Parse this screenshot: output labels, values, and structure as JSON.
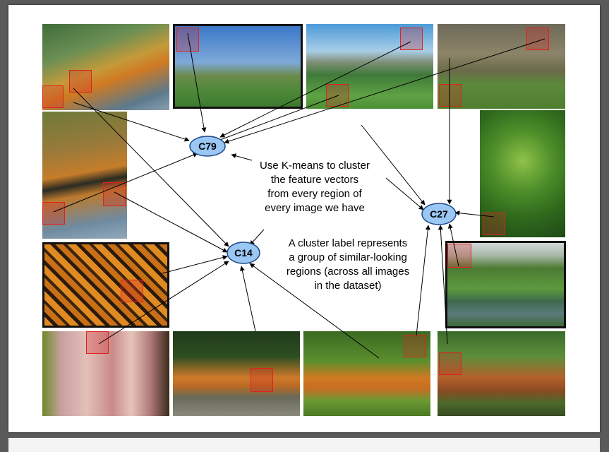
{
  "clusters": {
    "c79": "C79",
    "c14": "C14",
    "c27": "C27"
  },
  "annotations": {
    "kmeans": "Use K-means to cluster\nthe  feature vectors\nfrom every region of\nevery image we have",
    "cluster_label": "A cluster label represents\na group of similar-looking\nregions (across all images\nin the dataset)"
  },
  "images": {
    "tiger_water": "tiger-in-water-photo",
    "flags_sign": "flags-and-sign-photo",
    "mountain_valley": "mountain-valley-photo",
    "stone_hut": "stone-hut-photo",
    "tiger_swimming": "tiger-swimming-photo",
    "palm_plant": "palm-plant-photo",
    "coral": "coral-photo",
    "garden_swan": "garden-with-swan-photo",
    "hanging_squid": "hanging-squid-photo",
    "tiger_lying": "tiger-lying-photo",
    "tiger_grass": "tiger-in-grass-photo",
    "fox": "fox-photo"
  },
  "colors": {
    "node_fill": "#9ac7f3",
    "node_stroke": "#1f4a8a",
    "patch": "#e0221e"
  }
}
